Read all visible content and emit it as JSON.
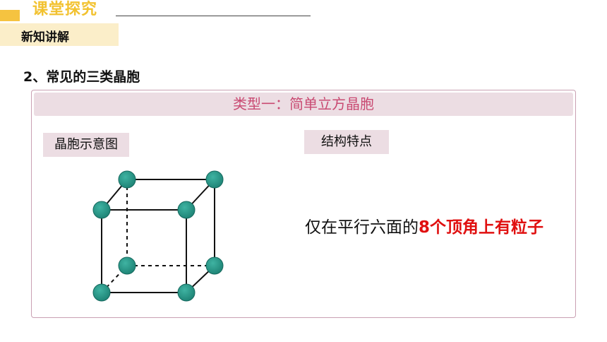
{
  "header": {
    "title": "课堂探究",
    "subtag": "新知讲解"
  },
  "section_heading": "2、常见的三类晶胞",
  "card": {
    "title": "类型一：简单立方晶胞",
    "diagram_label": "晶胞示意图",
    "feature_label": "结构特点",
    "feature_text_before": "仅在平行六面的",
    "feature_text_highlight": "8个顶角上有粒子"
  },
  "colors": {
    "accent_yellow": "#f5c340",
    "header_text": "#f2c230",
    "card_title": "#c94a72",
    "tag_bg": "#ecdde3",
    "highlight": "#e01010",
    "atom": "#2a9a8a"
  }
}
